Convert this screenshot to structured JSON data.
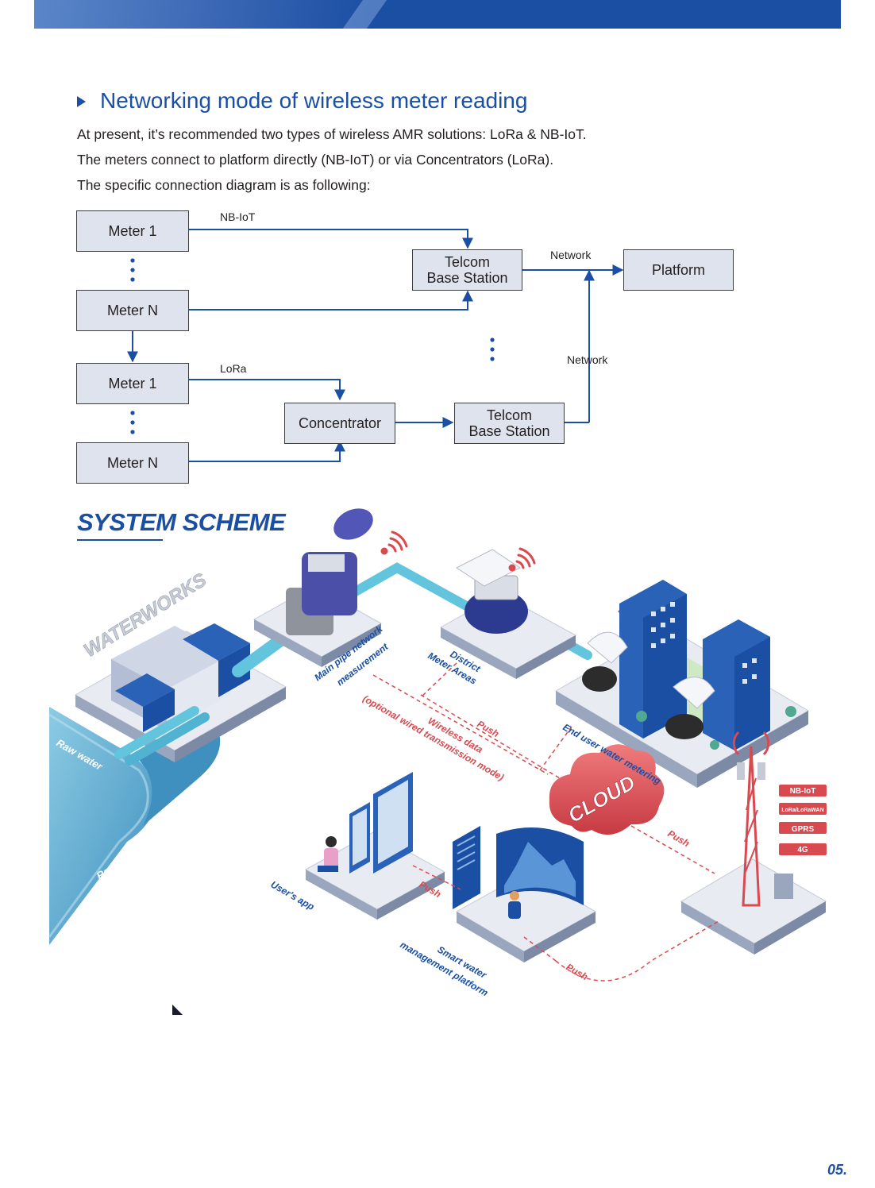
{
  "section_heading": "Networking mode of wireless meter reading",
  "intro_lines": [
    "At present, it’s recommended two types of wireless AMR solutions: LoRa & NB-IoT.",
    "The meters connect to platform directly (NB-IoT) or via Concentrators (LoRa).",
    "The specific connection diagram is as following:"
  ],
  "diagram": {
    "meter_1": "Meter 1",
    "meter_n": "Meter N",
    "telcom_line1": "Telcom",
    "telcom_line2": "Base Station",
    "platform": "Platform",
    "concentrator": "Concentrator",
    "nbiot_label": "NB-IoT",
    "lora_label": "LoRa",
    "network_label": "Network"
  },
  "scheme": {
    "title": "SYSTEM SCHEME",
    "labels": {
      "raw_water": "Raw water",
      "waterworks": "WATERWORKS",
      "main_pipe_line1": "Main pipe network",
      "main_pipe_line2": "measurement",
      "district_line1": "District",
      "district_line2": "Meter Areas",
      "end_user": "End user water metering",
      "push": "Push",
      "wireless_line1": "Wireless data",
      "wireless_line2": "(optional wired transmission mode)",
      "cloud": "CLOUD",
      "users_app": "User's app",
      "smart_line1": "Smart water",
      "smart_line2": "management platform",
      "badge_nbiot": "NB-IoT",
      "badge_lora": "LoRa/LoRaWAN",
      "badge_gprs": "GPRS",
      "badge_4g": "4G"
    },
    "colors": {
      "brand_blue": "#1b4fa3",
      "push_red": "#d84a4f",
      "water": "#5aaed0",
      "pipe": "#63c4de",
      "building": "#2a62b8"
    }
  },
  "page_number": "05."
}
